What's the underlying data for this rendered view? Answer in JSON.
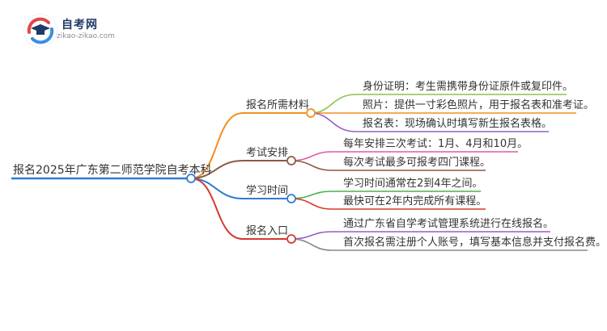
{
  "logo": {
    "name": "自考网",
    "url": "zikao-zikao.com"
  },
  "root": {
    "text": "报名2025年广东第二师范学院自考本科",
    "color": "#2e7bd3"
  },
  "branches": [
    {
      "title": "报名所需材料",
      "color": "#f0901e",
      "items": [
        {
          "text": "身份证明：考生需携带身份证原件或复印件。",
          "color": "#8bc34a"
        },
        {
          "text": "照片：提供一寸彩色照片，用于报名表和准考证。",
          "color": "#f0901e"
        },
        {
          "text": "报名表：现场确认时填写新生报名表格。",
          "color": "#9c5cc7"
        }
      ]
    },
    {
      "title": "考试安排",
      "color": "#8b5a44",
      "items": [
        {
          "text": "每年安排三次考试：1月、4月和10月。",
          "color": "#e05aa0"
        },
        {
          "text": "每次考试最多可报考四门课程。",
          "color": "#8b5a44"
        }
      ]
    },
    {
      "title": "学习时间",
      "color": "#2e7bd3",
      "items": [
        {
          "text": "学习时间通常在2到4年之间。",
          "color": "#4caf50"
        },
        {
          "text": "最快可在2年内完成所有课程。",
          "color": "#d33a2c"
        }
      ]
    },
    {
      "title": "报名入口",
      "color": "#d33a2c",
      "items": [
        {
          "text": "通过广东省自学考试管理系统进行在线报名。",
          "color": "#9c5cc7"
        },
        {
          "text": "首次报名需注册个人账号，填写基本信息并支付报名费。",
          "color": "#888888"
        }
      ]
    }
  ]
}
